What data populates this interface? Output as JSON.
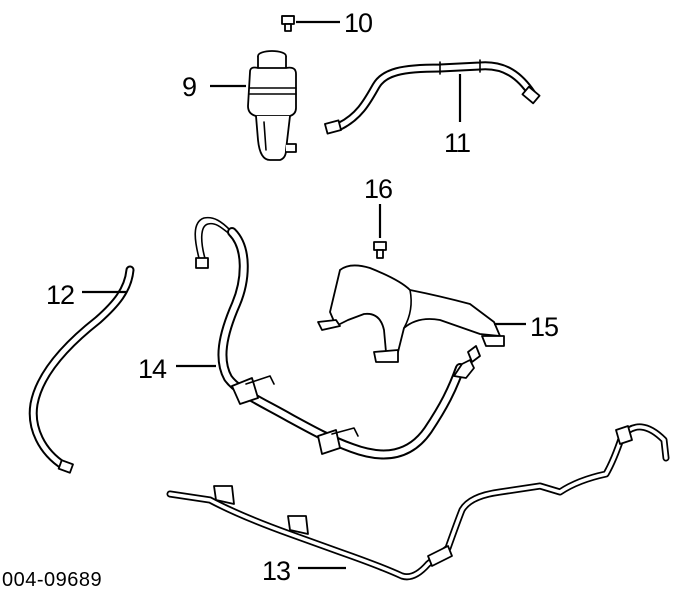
{
  "diagram": {
    "drawing_code": "004-09689",
    "callouts": [
      {
        "id": "c10",
        "label": "10",
        "part": "bolt"
      },
      {
        "id": "c9",
        "label": "9",
        "part": "reservoir"
      },
      {
        "id": "c11",
        "label": "11",
        "part": "hose"
      },
      {
        "id": "c16",
        "label": "16",
        "part": "bolt"
      },
      {
        "id": "c12",
        "label": "12",
        "part": "hose"
      },
      {
        "id": "c15",
        "label": "15",
        "part": "heat-shield"
      },
      {
        "id": "c14",
        "label": "14",
        "part": "pressure-hose"
      },
      {
        "id": "c13",
        "label": "13",
        "part": "return-line"
      }
    ]
  }
}
